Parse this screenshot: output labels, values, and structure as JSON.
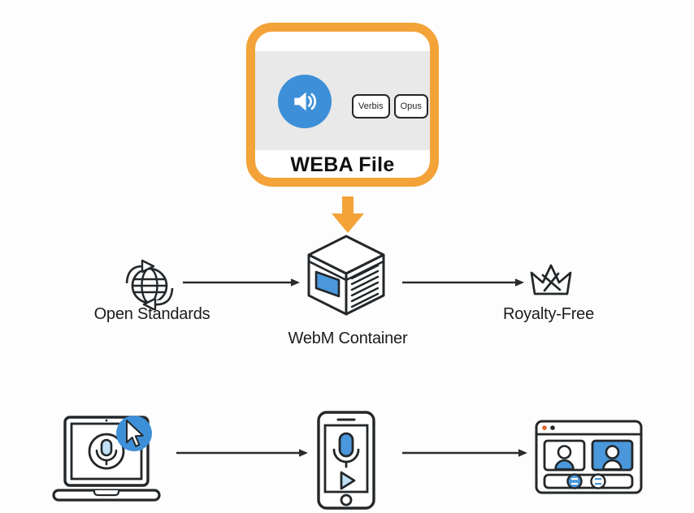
{
  "page": {
    "background": "#fdfdfd"
  },
  "colors": {
    "accent_orange": "#F3A338",
    "accent_blue": "#3D8FD8",
    "light_blue": "#BFE0F4",
    "panel_gray": "#E9E9E9",
    "stroke_dark": "#23272A",
    "arrow_black": "#2B2B2B",
    "window_dot_orange": "#D9622B"
  },
  "weba_card": {
    "title": "WEBA File",
    "icon": "audio-speaker-icon",
    "codecs": [
      {
        "label": "Verbis"
      },
      {
        "label": "Opus"
      }
    ]
  },
  "flow": {
    "nodes": [
      {
        "label": "Open Standards",
        "icon": "globe-sync-icon"
      },
      {
        "label": "WebM Container",
        "icon": "webm-cube-icon"
      },
      {
        "label": "Royalty-Free",
        "icon": "crossed-crown-icon"
      }
    ],
    "connector": "right-arrow"
  },
  "devices": {
    "items": [
      {
        "icon": "laptop-recording-icon"
      },
      {
        "icon": "phone-recording-icon"
      },
      {
        "icon": "video-call-window-icon"
      }
    ],
    "connector": "right-arrow"
  },
  "icons": {
    "audio-speaker-icon": "white speaker with sound waves in blue circle",
    "down-arrow-icon": "orange block arrow pointing down",
    "globe-sync-icon": "globe with circulating arrows",
    "webm-cube-icon": "isometric cube with blue screen and text lines",
    "crossed-crown-icon": "crown outline with X slash",
    "laptop-recording-icon": "laptop with microphone and cursor badge",
    "phone-recording-icon": "phone with microphone and play button",
    "video-call-window-icon": "window with two participant tiles and controls"
  }
}
